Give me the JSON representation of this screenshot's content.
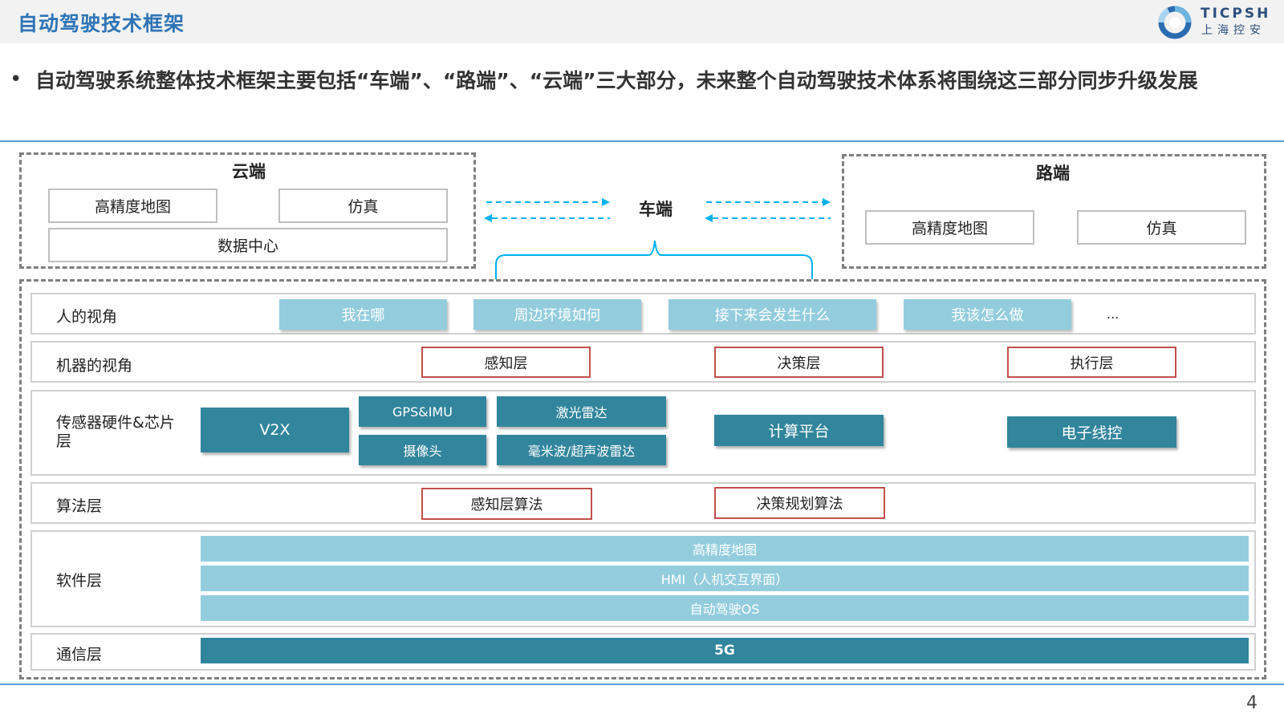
{
  "header": {
    "title": "自动驾驶技术框架",
    "logo_name": "TICPSH",
    "logo_cn": "上海控安"
  },
  "bullet": {
    "text": "自动驾驶系统整体技术框架主要包括“车端”、“路端”、“云端”三大部分，未来整个自动驾驶技术体系将围绕这三部分同步升级发展"
  },
  "cloud": {
    "title": "云端",
    "items": [
      "高精度地图",
      "仿真",
      "数据中心"
    ]
  },
  "vehicle": {
    "title": "车端"
  },
  "road": {
    "title": "路端",
    "items": [
      "高精度地图",
      "仿真"
    ]
  },
  "rows": {
    "human": {
      "label": "人的视角",
      "items": [
        "我在哪",
        "周边环境如何",
        "接下来会发生什么",
        "我该怎么做"
      ],
      "more": "..."
    },
    "machine": {
      "label": "机器的视角",
      "items": [
        "感知层",
        "决策层",
        "执行层"
      ]
    },
    "sensor": {
      "label": "传感器硬件&芯片层",
      "items": [
        "V2X",
        "GPS&IMU",
        "激光雷达",
        "摄像头",
        "毫米波/超声波雷达",
        "计算平台",
        "电子线控"
      ]
    },
    "algorithm": {
      "label": "算法层",
      "items": [
        "感知层算法",
        "决策规划算法"
      ]
    },
    "software": {
      "label": "软件层",
      "items": [
        "高精度地图",
        "HMI（人机交互界面）",
        "自动驾驶OS"
      ]
    },
    "comm": {
      "label": "通信层",
      "items": [
        "5G"
      ]
    }
  },
  "colors": {
    "title_blue": "#2e74b5",
    "light_teal": "#93cddd",
    "dark_teal": "#31859c",
    "red_border": "#c0504d",
    "arrow_blue": "#00b0f0"
  },
  "page": {
    "number": "4"
  }
}
